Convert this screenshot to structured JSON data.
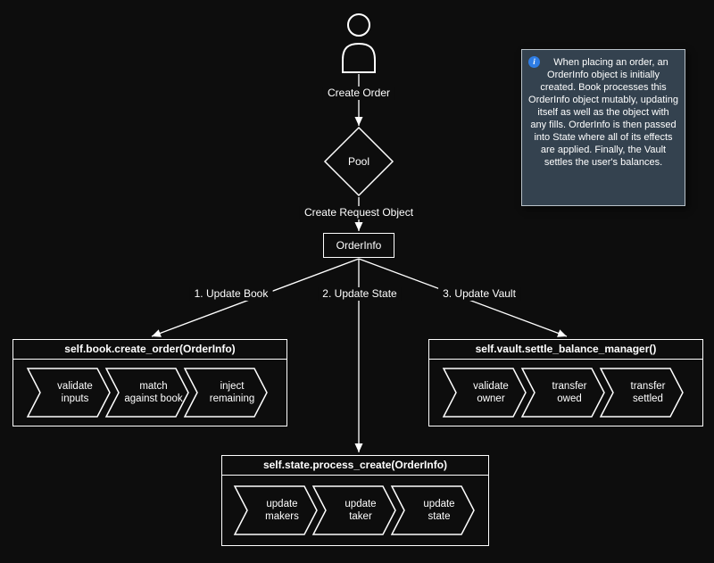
{
  "colors": {
    "background": "#0d0d0d",
    "stroke": "#ffffff",
    "note_background": "#34424f",
    "note_border": "#b9c2c9",
    "info_icon_blue": "#2e7de5"
  },
  "flow": {
    "create_order_label": "Create Order",
    "pool_label": "Pool",
    "create_request_label": "Create Request Object",
    "orderinfo_label": "OrderInfo",
    "branch_labels": [
      "1. Update Book",
      "2. Update State",
      "3. Update Vault"
    ]
  },
  "groups": {
    "book": {
      "title": "self.book.create_order(OrderInfo)",
      "steps": [
        "validate\ninputs",
        "match\nagainst book",
        "inject\nremaining"
      ]
    },
    "state": {
      "title": "self.state.process_create(OrderInfo)",
      "steps": [
        "update\nmakers",
        "update\ntaker",
        "update\nstate"
      ]
    },
    "vault": {
      "title": "self.vault.settle_balance_manager()",
      "steps": [
        "validate\nowner",
        "transfer\nowed",
        "transfer\nsettled"
      ]
    }
  },
  "note": {
    "icon_glyph": "i",
    "text": "When placing an order, an OrderInfo object is initially created. Book processes this OrderInfo object mutably, updating itself as well as the object with any fills. OrderInfo is then passed into State where all of its effects are applied. Finally, the Vault settles the user's balances."
  }
}
